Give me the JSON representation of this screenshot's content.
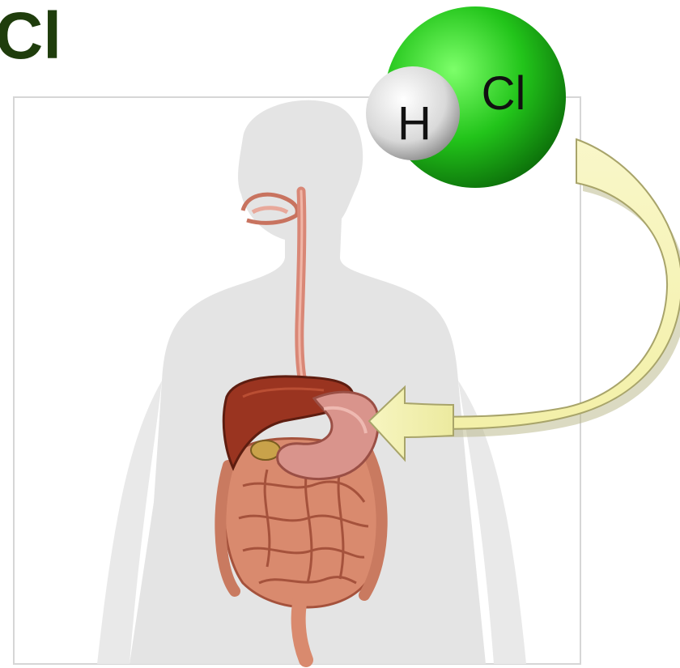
{
  "slide": {
    "title_fragment": "Cl"
  },
  "molecule": {
    "hydrogen_label": "H",
    "chlorine_label": "Cl",
    "colors": {
      "chlorine": "#22c41a",
      "hydrogen": "#d9d9d9"
    }
  },
  "arrow": {
    "colors": {
      "fill": "#f6f4b8",
      "stroke": "#a8a46a",
      "shadow": "#b7b585"
    }
  },
  "illustration": {
    "colors": {
      "body_silhouette": "#e4e4e4",
      "liver": "#9a3420",
      "stomach": "#d9948c",
      "intestines": "#d98a6e",
      "esophagus": "#d98776"
    }
  }
}
